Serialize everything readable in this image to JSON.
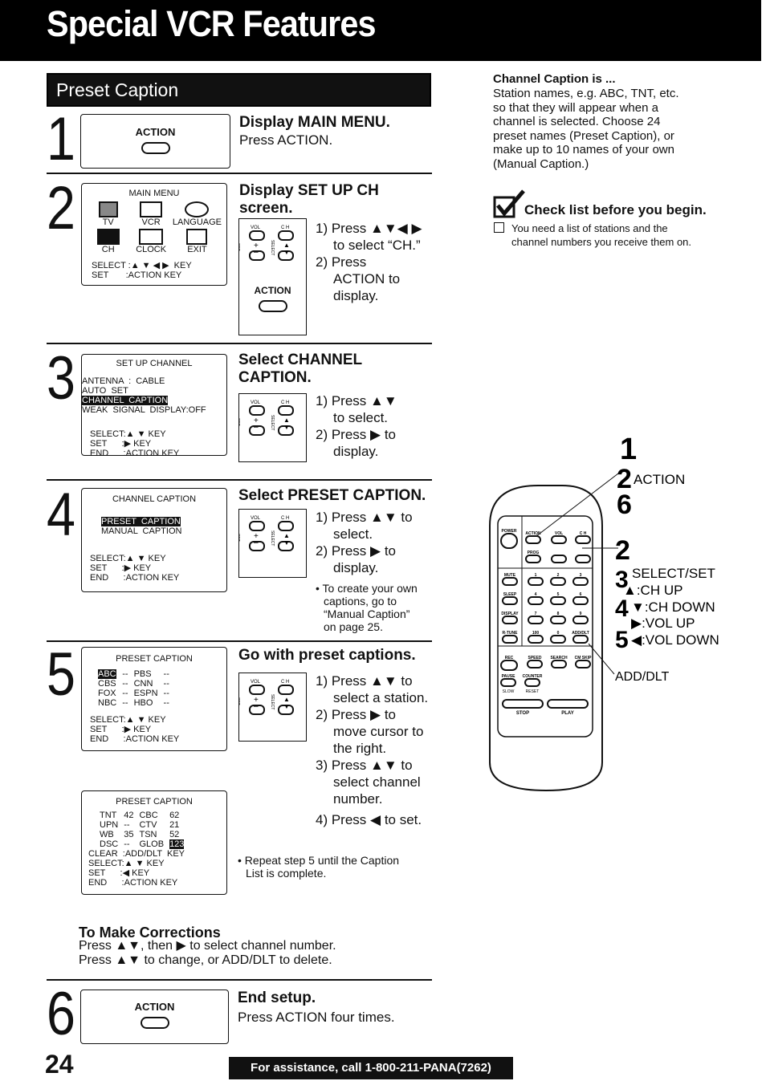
{
  "header": {
    "title": "Special VCR Features"
  },
  "section": {
    "title": "Preset Caption"
  },
  "steps": [
    {
      "num": "1",
      "button": "ACTION",
      "title": "Display MAIN MENU.",
      "text": "Press ACTION."
    },
    {
      "num": "2",
      "title": "Display SET UP CH",
      "title2": "screen.",
      "lines": [
        "1) Press ▲▼◀ ▶",
        "to select “CH.”",
        "2) Press",
        "ACTION to",
        "display."
      ],
      "button": "ACTION",
      "osd": {
        "title": "MAIN MENU",
        "icons": [
          "TV",
          "VCR",
          "LANGUAGE",
          "CH",
          "CLOCK",
          "EXIT"
        ],
        "l1": "SELECT :▲ ▼ ◀ ▶  KEY",
        "l2": "SET       :ACTION KEY"
      }
    },
    {
      "num": "3",
      "title": "Select CHANNEL",
      "title2": "CAPTION.",
      "lines": [
        "1) Press ▲▼",
        "to select.",
        "2) Press ▶ to",
        "display."
      ],
      "osd": {
        "title": "SET UP CHANNEL",
        "rows": [
          "ANTENNA  :  CABLE",
          "AUTO  SET",
          "CHANNEL  CAPTION",
          "WEAK  SIGNAL  DISPLAY:OFF"
        ],
        "l1": "SELECT:▲ ▼ KEY",
        "l2": "SET      :▶ KEY",
        "l3": "END      :ACTION KEY"
      }
    },
    {
      "num": "4",
      "title": "Select PRESET CAPTION.",
      "lines": [
        "1) Press ▲▼ to",
        "select.",
        "2) Press ▶ to",
        "display."
      ],
      "note": [
        "• To create your own",
        "captions, go to",
        "“Manual Caption”",
        "on page 25."
      ],
      "osd": {
        "title": "CHANNEL CAPTION",
        "rows": [
          "PRESET  CAPTION",
          "MANUAL  CAPTION"
        ],
        "l1": "SELECT:▲ ▼ KEY",
        "l2": "SET      :▶ KEY",
        "l3": "END      :ACTION KEY"
      }
    },
    {
      "num": "5",
      "title": "Go with preset captions.",
      "lines": [
        "1) Press ▲▼ to",
        "select a station.",
        "2) Press ▶ to",
        "move cursor to",
        "the right.",
        "3) Press ▲▼ to",
        "select channel",
        "number.",
        "4) Press ◀ to set."
      ],
      "note": [
        "• Repeat step 5 until the Caption",
        "List is complete."
      ],
      "osd": {
        "title": "PRESET CAPTION",
        "rows": [
          [
            "ABC",
            "--",
            "PBS",
            "--"
          ],
          [
            "CBS",
            "--",
            "CNN",
            "--"
          ],
          [
            "FOX",
            "--",
            "ESPN",
            "--"
          ],
          [
            "NBC",
            "--",
            "HBO",
            "--"
          ]
        ],
        "l1": "SELECT:▲ ▼ KEY",
        "l2": "SET      :▶ KEY",
        "l3": "END      :ACTION KEY"
      },
      "osd2": {
        "title": "PRESET CAPTION",
        "rows": [
          [
            "TNT",
            "42",
            "CBC",
            "62"
          ],
          [
            "UPN",
            "--",
            "CTV",
            "21"
          ],
          [
            "WB",
            "35",
            "TSN",
            "52"
          ],
          [
            "DSC",
            "--",
            "GLOB",
            "123"
          ]
        ],
        "l0": "CLEAR  :ADD/DLT  KEY",
        "l1": "SELECT:▲ ▼ KEY",
        "l2": "SET      :◀ KEY",
        "l3": "END      :ACTION KEY"
      }
    },
    {
      "num": "6",
      "button": "ACTION",
      "title": "End setup.",
      "text": "Press ACTION four times."
    }
  ],
  "keypad": {
    "vol": "VOL",
    "ch": "C H",
    "set": "SET",
    "select": "SELECT",
    "plus": "+",
    "minus": "–"
  },
  "corrections": {
    "title": "To Make Corrections",
    "l1": "Press ▲▼, then ▶ to select channel number.",
    "l2": "Press ▲▼ to change, or ADD/DLT to delete."
  },
  "right": {
    "caption_title": "Channel Caption is ...",
    "caption_text": [
      "Station names, e.g. ABC, TNT, etc.",
      "so that they will appear when a",
      "channel is selected. Choose 24",
      "preset names (Preset Caption), or",
      "make up to 10 names of your own",
      "(Manual Caption.)"
    ],
    "check_title": "Check list before you begin.",
    "check_text": [
      "You need a list of stations and the",
      "channel numbers you receive them on."
    ]
  },
  "remote": {
    "callouts": {
      "n1": "1",
      "n2": "2",
      "n6": "6",
      "action": "ACTION",
      "n2b": "2",
      "n3": "3",
      "selset": "SELECT/SET",
      "chup": "▲:CH UP",
      "n4": "4",
      "chdown": "▼:CH DOWN",
      "volup": "▶:VOL UP",
      "n5": "5",
      "voldown": "◀:VOL DOWN",
      "adddlt": "ADD/DLT"
    },
    "buttons": [
      "POWER",
      "ACTION",
      "VOL",
      "C H",
      "PROG",
      "MUTE",
      "SLEEP",
      "DISPLAY",
      "R-TUNE",
      "REC",
      "SPEED",
      "SEARCH",
      "CM SKIP",
      "PAUSE",
      "COUNTER",
      "SLOW",
      "RESET",
      "STOP",
      "PLAY",
      "1",
      "2",
      "3",
      "4",
      "5",
      "6",
      "7",
      "8",
      "9",
      "100",
      "0",
      "ADD/DLT"
    ]
  },
  "footer": {
    "page": "24",
    "assist": "For assistance, call 1-800-211-PANA(7262)"
  }
}
